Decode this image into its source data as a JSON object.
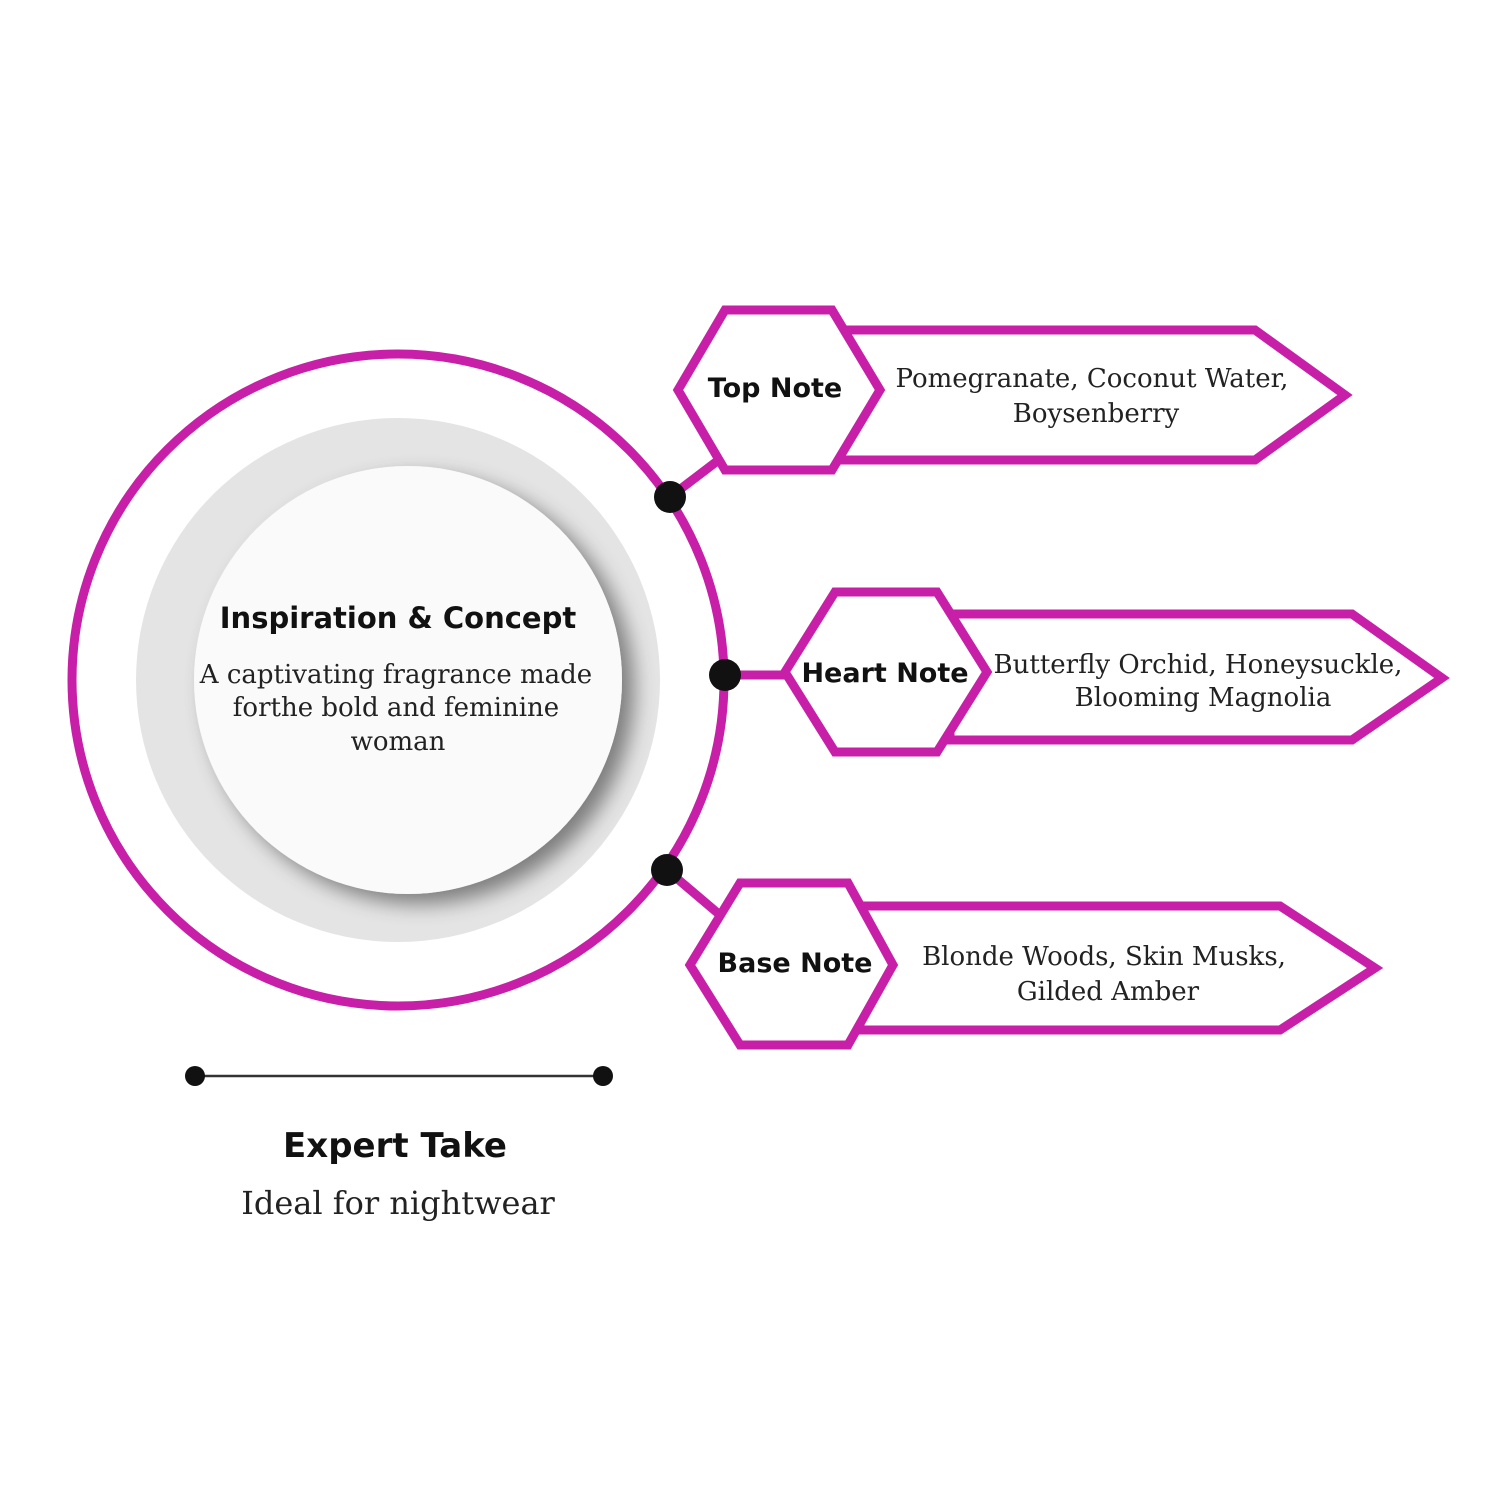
{
  "colors": {
    "accent": "#c81fa8",
    "dot": "#111111",
    "ring": "#e4e4e4"
  },
  "center": {
    "title": "Inspiration & Concept",
    "lines": [
      "A captivating fragrance made",
      "forthe bold and feminine",
      "woman"
    ]
  },
  "notes": [
    {
      "label": "Top Note",
      "lines": [
        "Pomegranate, Coconut Water,",
        "Boysenberry"
      ]
    },
    {
      "label": "Heart Note",
      "lines": [
        "Butterfly Orchid, Honeysuckle,",
        "Blooming Magnolia"
      ]
    },
    {
      "label": "Base Note",
      "lines": [
        "Blonde Woods, Skin Musks,",
        "Gilded Amber"
      ]
    }
  ],
  "expert": {
    "title": "Expert Take",
    "text": "Ideal for nightwear"
  }
}
